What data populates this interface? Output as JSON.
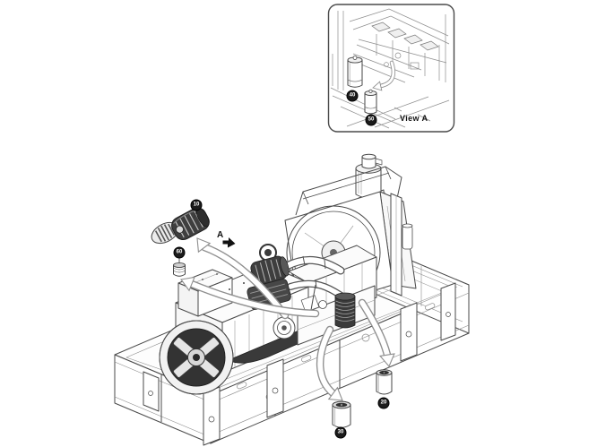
{
  "diagram": {
    "background_color": "#ffffff",
    "line_color": "#4a4a4a",
    "dark_part_color": "#3a3a3a",
    "arrow_outline_color": "#8f8f8f",
    "callout_bg_color": "#1b1b1b",
    "callout_text_color": "#ffffff"
  },
  "main_view": {
    "direction_label": "A",
    "direction_icon": "bent-arrow-down-right-icon",
    "callouts": [
      {
        "number": "10"
      },
      {
        "number": "60"
      },
      {
        "number": "30"
      },
      {
        "number": "20"
      }
    ]
  },
  "inset_view": {
    "label": "View A",
    "callouts": [
      {
        "number": "40"
      },
      {
        "number": "50"
      }
    ]
  }
}
